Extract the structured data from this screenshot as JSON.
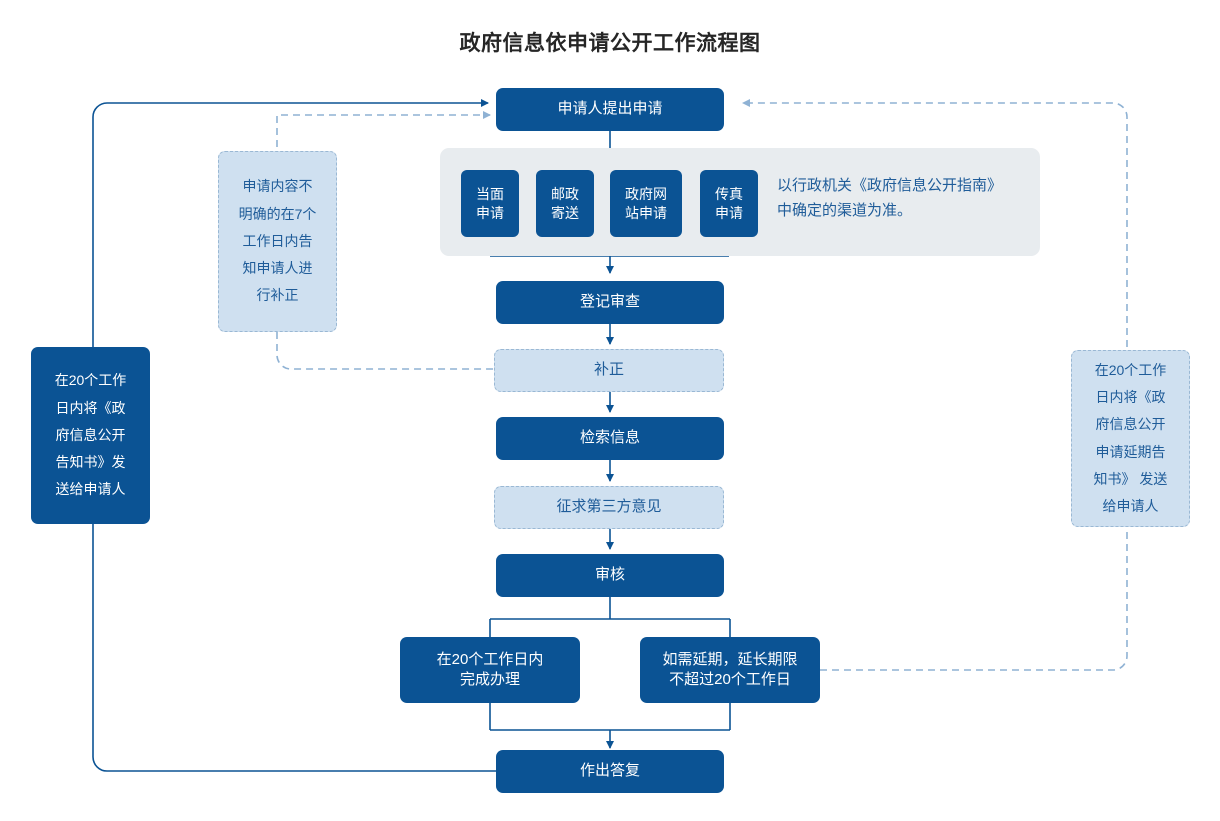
{
  "document": {
    "title": "政府信息依申请公开工作流程图"
  },
  "colors": {
    "primary": "#0b5394",
    "ghost_fill": "#cfe0f0",
    "ghost_text": "#1f5c99",
    "panel_fill": "#e8ecef",
    "solid_wire": "#0b5394",
    "dashed_wire": "#8fb2d4",
    "title_text": "#262626"
  },
  "flow": {
    "start": {
      "label": "申请人提出申请"
    },
    "channels": [
      {
        "label": "当面\n申请"
      },
      {
        "label": "邮政\n寄送"
      },
      {
        "label": "政府网\n站申请"
      },
      {
        "label": "传真\n申请"
      }
    ],
    "channel_note": "以行政机关《政府信息公开指南》\n中确定的渠道为准。",
    "steps": [
      {
        "label": "登记审查",
        "style": "solid"
      },
      {
        "label": "补正",
        "style": "ghost"
      },
      {
        "label": "检索信息",
        "style": "solid"
      },
      {
        "label": "征求第三方意见",
        "style": "ghost"
      },
      {
        "label": "审核",
        "style": "solid"
      }
    ],
    "branches": [
      {
        "label": "在20个工作日内\n完成办理",
        "style": "solid"
      },
      {
        "label": "如需延期，延长期限\n不超过20个工作日",
        "style": "solid"
      }
    ],
    "end": {
      "label": "作出答复"
    }
  },
  "annotations": {
    "correction_note": "申请内容不\n明确的在7个\n工作日内告\n知申请人进\n行补正",
    "left_notice": "在20个工作\n日内将《政\n府信息公开\n告知书》发\n送给申请人",
    "right_notice": "在20个工作\n日内将《政\n府信息公开\n申请延期告\n知书》 发送\n给申请人"
  },
  "icons": {
    "arrow": "arrow-head-icon"
  }
}
